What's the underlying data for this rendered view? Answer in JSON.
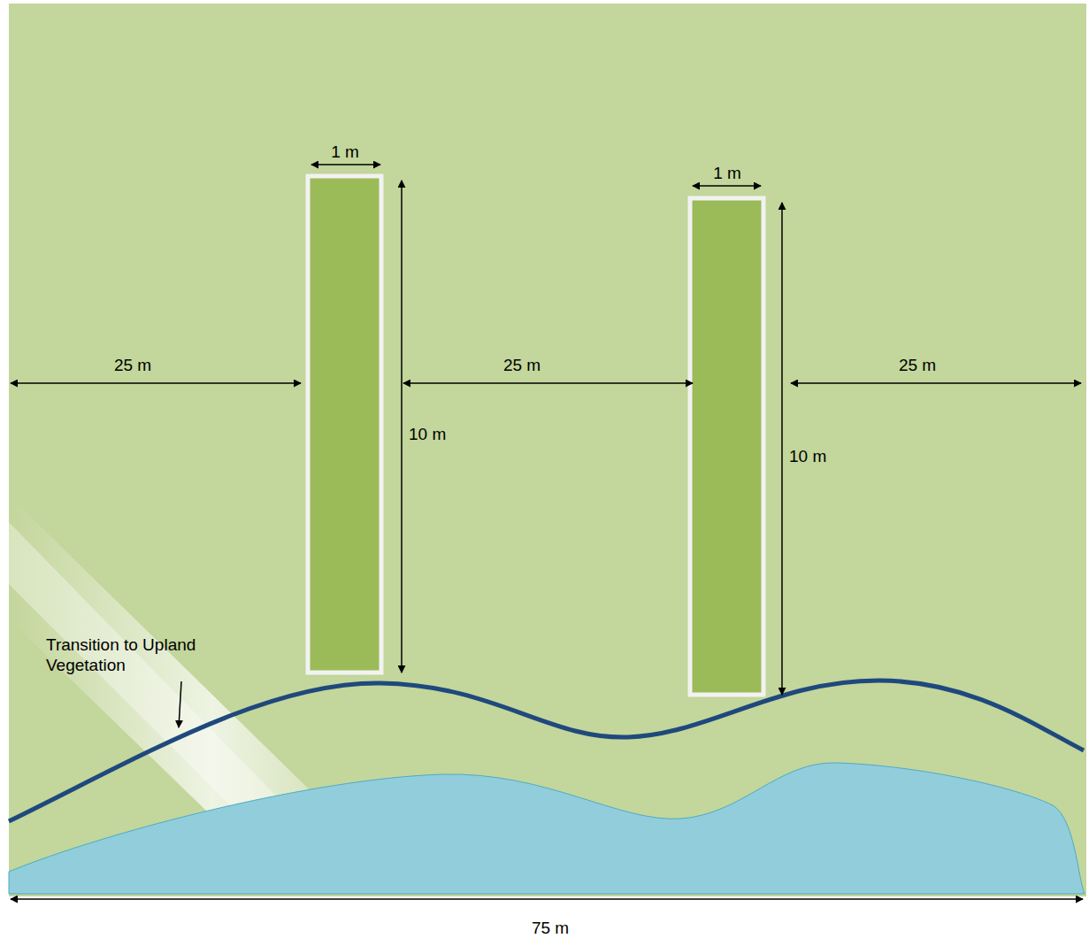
{
  "diagram": {
    "labels": [
      "1 m",
      "1 m",
      "25 m",
      "25 m",
      "25 m",
      "10 m",
      "10 m",
      "Transition to Upland Vegetation",
      "75 m"
    ]
  }
}
